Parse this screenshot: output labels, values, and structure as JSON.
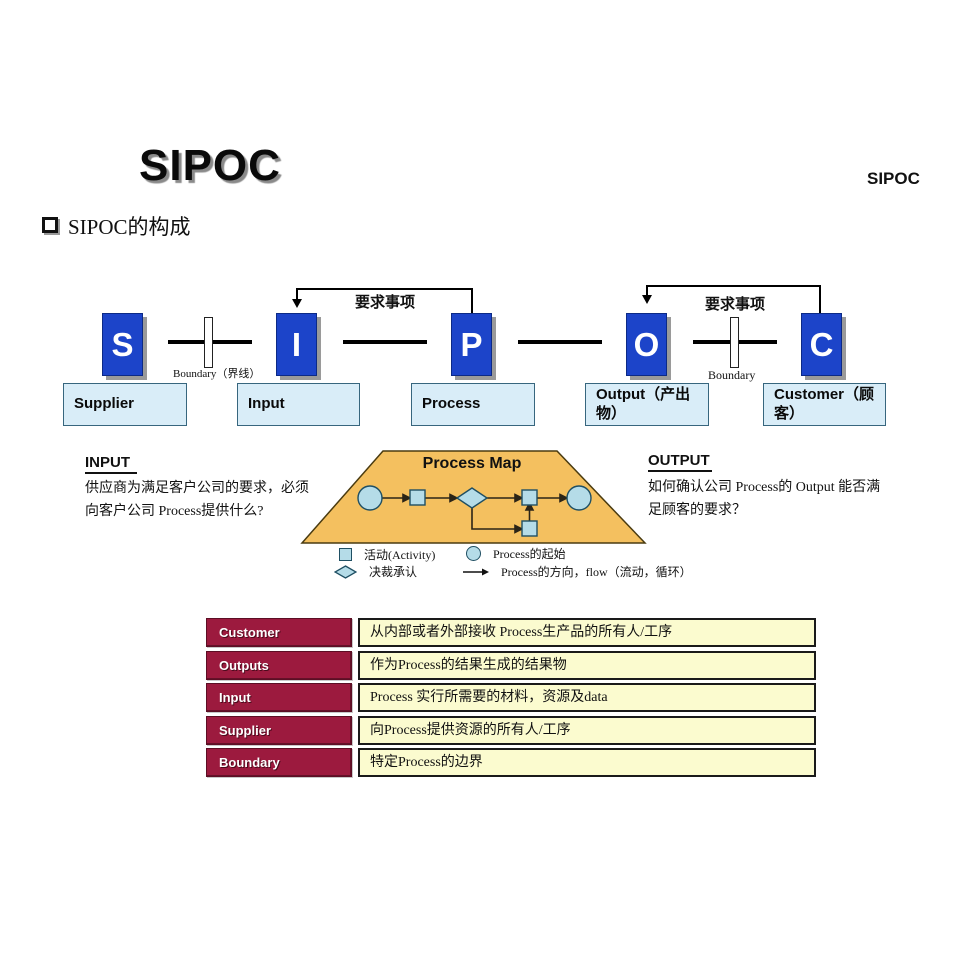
{
  "header": {
    "title": "SIPOC",
    "corner": "SIPOC"
  },
  "heading": {
    "text": "SIPOC的构成"
  },
  "diagram": {
    "letters": [
      "S",
      "I",
      "P",
      "O",
      "C"
    ],
    "captions": [
      "Supplier",
      "Input",
      "Process",
      "Output（产出物）",
      "Customer（顾客）"
    ],
    "requirement_left": "要求事项",
    "requirement_right": "要求事项",
    "boundary_left": "Boundary（界线）",
    "boundary_right": "Boundary"
  },
  "input_section": {
    "title": "INPUT",
    "text": "供应商为满足客户公司的要求，必须向客户公司 Process提供什么?"
  },
  "output_section": {
    "title": "OUTPUT",
    "text": "如何确认公司 Process的 Output 能否满足顾客的要求？"
  },
  "process_map": {
    "title": "Process Map",
    "legend": [
      {
        "icon": "square-icon",
        "label": "活动(Activity)"
      },
      {
        "icon": "circle-icon",
        "label": "Process的起始"
      },
      {
        "icon": "diamond-icon",
        "label": "决裁承认"
      },
      {
        "icon": "arrow-icon",
        "label": "Process的方向，flow（流动，循环）"
      }
    ]
  },
  "table": {
    "rows": [
      {
        "term": "Customer",
        "desc": "从内部或者外部接收 Process生产品的所有人/工序"
      },
      {
        "term": "Outputs",
        "desc": "作为Process的结果生成的结果物"
      },
      {
        "term": "Input",
        "desc": "Process 实行所需要的材料，资源及data"
      },
      {
        "term": "Supplier",
        "desc": "向Process提供资源的所有人/工序"
      },
      {
        "term": "Boundary",
        "desc": "特定Process的边界"
      }
    ]
  },
  "colors": {
    "letter_box_blue": "#1c44c9",
    "caption_blue": "#d9edf8",
    "trapezoid_orange": "#f4c05f",
    "flow_shape_blue": "#b5dce8",
    "term_maroon": "#9c1a3e",
    "desc_yellow": "#fbfbcf"
  }
}
